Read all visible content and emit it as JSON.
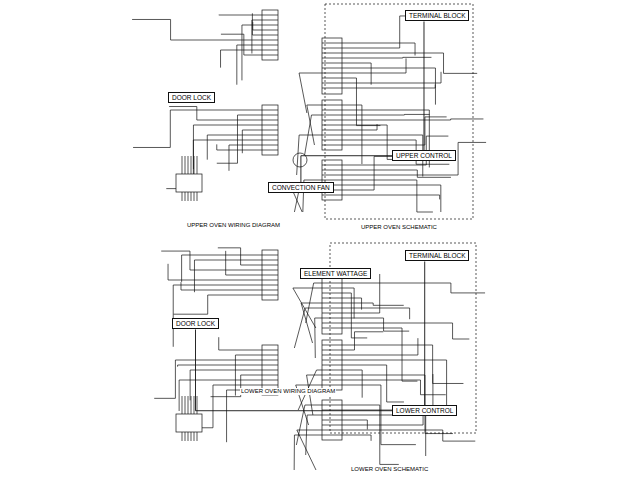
{
  "diagram": {
    "nodes": [
      {
        "text": [
          "TERMINAL BLOCK"
        ]
      },
      {
        "text": [
          "DOOR LOCK"
        ]
      },
      {
        "text": [
          "CONVECTION FAN"
        ]
      },
      {
        "text": [
          "UPPER CONTROL"
        ]
      },
      {
        "text": [
          "TERMINAL BLOCK"
        ]
      },
      {
        "text": [
          "ELEMENT WATTAGE"
        ]
      },
      {
        "text": [
          "DOOR LOCK"
        ]
      },
      {
        "text": [
          "LOWER CONTROL"
        ]
      }
    ],
    "edges": [
      {
        "from": 0,
        "to": 3,
        "arrow": "none"
      },
      {
        "from": 3,
        "to": 2,
        "arrow": "none"
      },
      {
        "from": 4,
        "to": 7,
        "arrow": "none"
      },
      {
        "from": 7,
        "to": 6,
        "arrow": "none"
      }
    ],
    "labels": [
      "UPPER OVEN WIRING DIAGRAM",
      "UPPER OVEN SCHEMATIC",
      "LOWER OVEN WIRING DIAGRAM",
      "LOWER OVEN SCHEMATIC"
    ]
  }
}
